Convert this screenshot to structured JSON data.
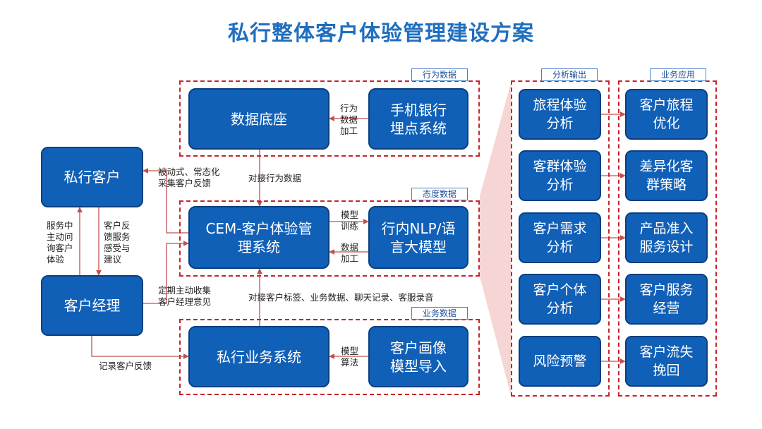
{
  "title": "私行整体客户体验管理建设方案",
  "groups": {
    "behavior": "行为数据",
    "attitude": "态度数据",
    "business": "业务数据",
    "analysis": "分析输出",
    "application": "业务应用"
  },
  "nodes": {
    "data_base": "数据底座",
    "mobile_banking": "手机银行\n埋点系统",
    "private_client": "私行客户",
    "cem_system": "CEM-客户体验管\n理系统",
    "nlp_model": "行内NLP/语\n言大模型",
    "account_manager": "客户经理",
    "private_business": "私行业务系统",
    "customer_profile": "客户画像\n模型导入"
  },
  "analysis_items": [
    "旅程体验\n分析",
    "客群体验\n分析",
    "客户需求\n分析",
    "客户个体\n分析",
    "风险预警"
  ],
  "application_items": [
    "客户旅程\n优化",
    "差异化客\n群策略",
    "产品准入\n服务设计",
    "客户服务\n经营",
    "客户流失\n挽回"
  ],
  "labels": {
    "behavior_processing": "行为\n数据\n加工",
    "connect_behavior": "对接行为数据",
    "passive_feedback": "被动式、常态化\n采集客户反馈",
    "model_training": "模型\n训练",
    "data_processing": "数据\n加工",
    "service_inquiry": "服务中\n主动问\n询客户\n体验",
    "feedback_suggestion": "客户反\n馈服务\n感受与\n建议",
    "periodic_collection": "定期主动收集\n客户经理意见",
    "connect_tags": "对接客户标签、业务数据、聊天记录、客服录音",
    "model_algorithm": "模型\n算法",
    "record_feedback": "记录客户反馈"
  },
  "colors": {
    "title": "#1f6fbf",
    "box_fill": "#1160b8",
    "box_border": "#0b3f7f",
    "dashed_border": "#c8232c",
    "funnel": "#f6d5d5",
    "arrow": "#c0504d"
  }
}
